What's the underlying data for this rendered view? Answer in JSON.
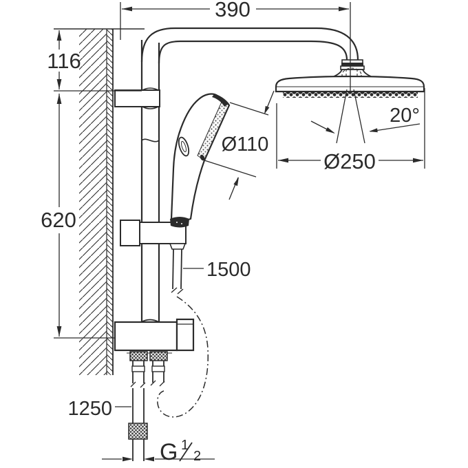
{
  "drawing": {
    "title": "shower-system-dimensional-drawing",
    "colors": {
      "background": "#ffffff",
      "line": "#2b2b2b",
      "dark_fill": "#2b2b2b"
    },
    "dimensions": {
      "top_width": "390",
      "upper_height": "116",
      "lower_height": "620",
      "hand_shower_diameter": "Ø110",
      "head_shower_diameter": "Ø250",
      "spray_angle": "20°",
      "shower_hose_length": "1500",
      "supply_length": "1250",
      "thread": {
        "g": "G",
        "numerator": "1",
        "slash": "/",
        "denominator": "2"
      }
    }
  }
}
